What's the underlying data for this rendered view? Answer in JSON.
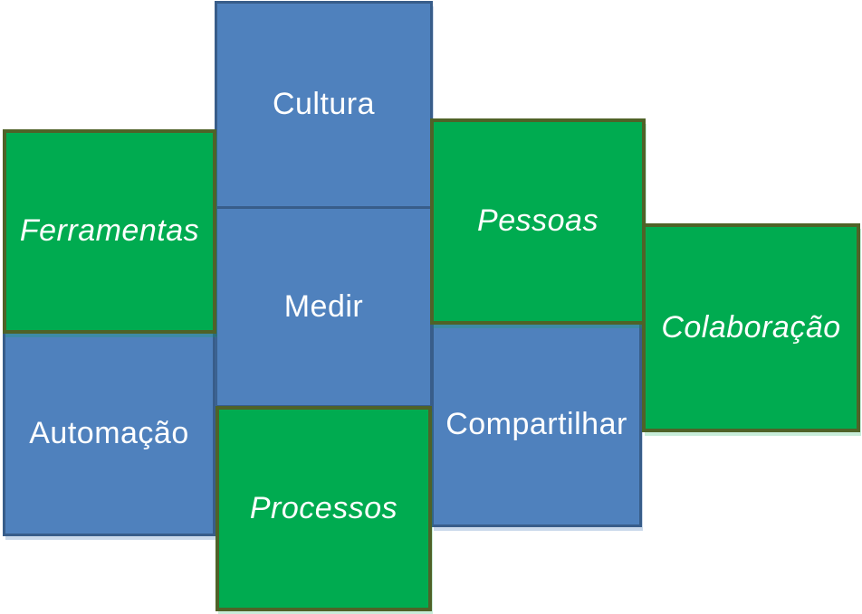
{
  "diagram": {
    "boxes": [
      {
        "name": "cultura",
        "label": "Cultura",
        "style": "blue",
        "italic": false
      },
      {
        "name": "medir",
        "label": "Medir",
        "style": "blue",
        "italic": false
      },
      {
        "name": "ferramentas",
        "label": "Ferramentas",
        "style": "green",
        "italic": true
      },
      {
        "name": "automacao",
        "label": "Automação",
        "style": "blue",
        "italic": false
      },
      {
        "name": "pessoas",
        "label": "Pessoas",
        "style": "green",
        "italic": true
      },
      {
        "name": "compartilhar",
        "label": "Compartilhar",
        "style": "blue",
        "italic": false
      },
      {
        "name": "colaboracao",
        "label": "Colaboração",
        "style": "green",
        "italic": true
      },
      {
        "name": "processos",
        "label": "Processos",
        "style": "green",
        "italic": true
      }
    ],
    "colors": {
      "blue_fill": "#4f81bd",
      "blue_border": "#385d8a",
      "green_fill": "#00ab50",
      "green_border": "#4f6228",
      "text": "#ffffff",
      "background": "#ffffff"
    }
  }
}
